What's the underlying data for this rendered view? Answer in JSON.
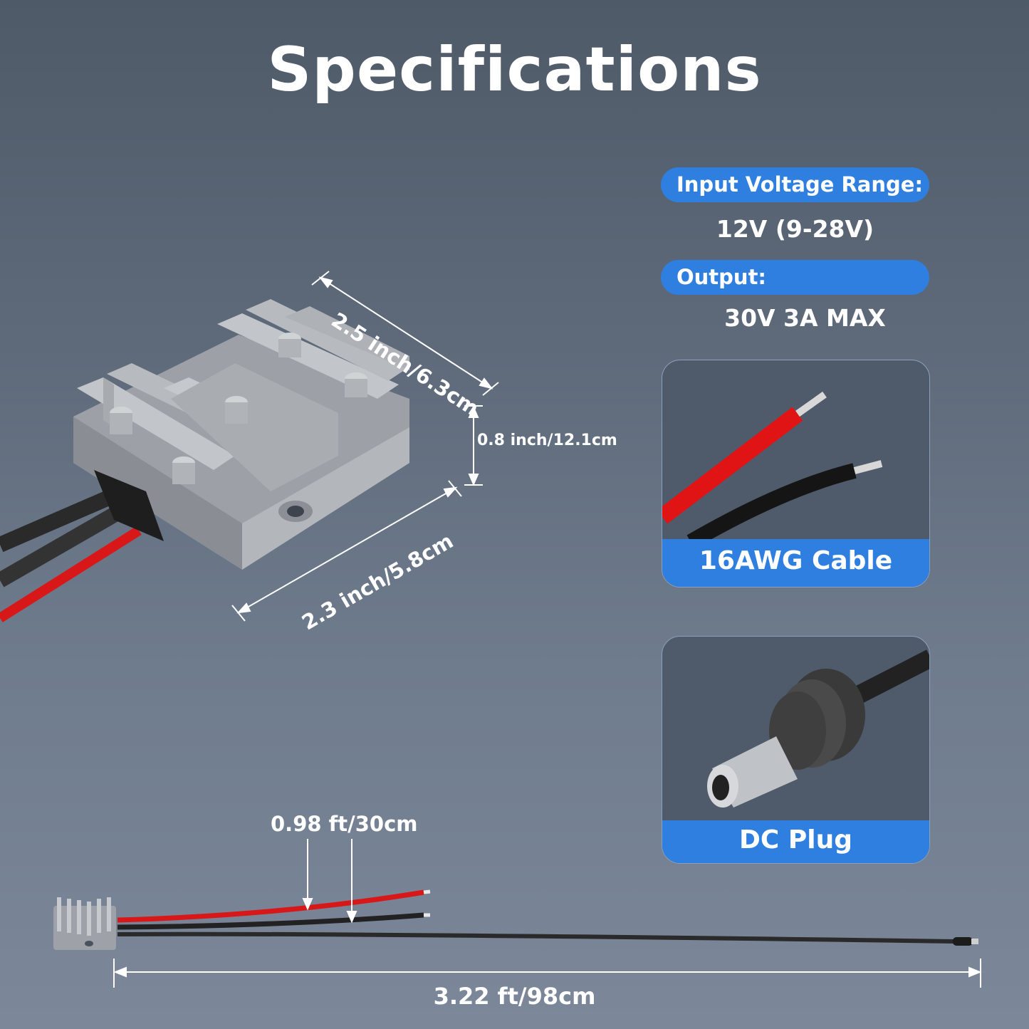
{
  "title": "Specifications",
  "specs": {
    "input_label": "Input Voltage Range:",
    "input_value": "12V (9-28V)",
    "output_label": "Output:",
    "output_value": "30V 3A MAX"
  },
  "cards": {
    "cable_label": "16AWG Cable",
    "plug_label": "DC Plug"
  },
  "dimensions": {
    "length": "2.5 inch/6.3cm",
    "height": "0.8 inch/12.1cm",
    "width": "2.3 inch/5.8cm",
    "short_cable": "0.98 ft/30cm",
    "long_cable": "3.22 ft/98cm"
  },
  "colors": {
    "accent": "#2f7fe0",
    "wire_red": "#d81818",
    "wire_black": "#2a2a2a",
    "housing": "#9a9ea4"
  }
}
